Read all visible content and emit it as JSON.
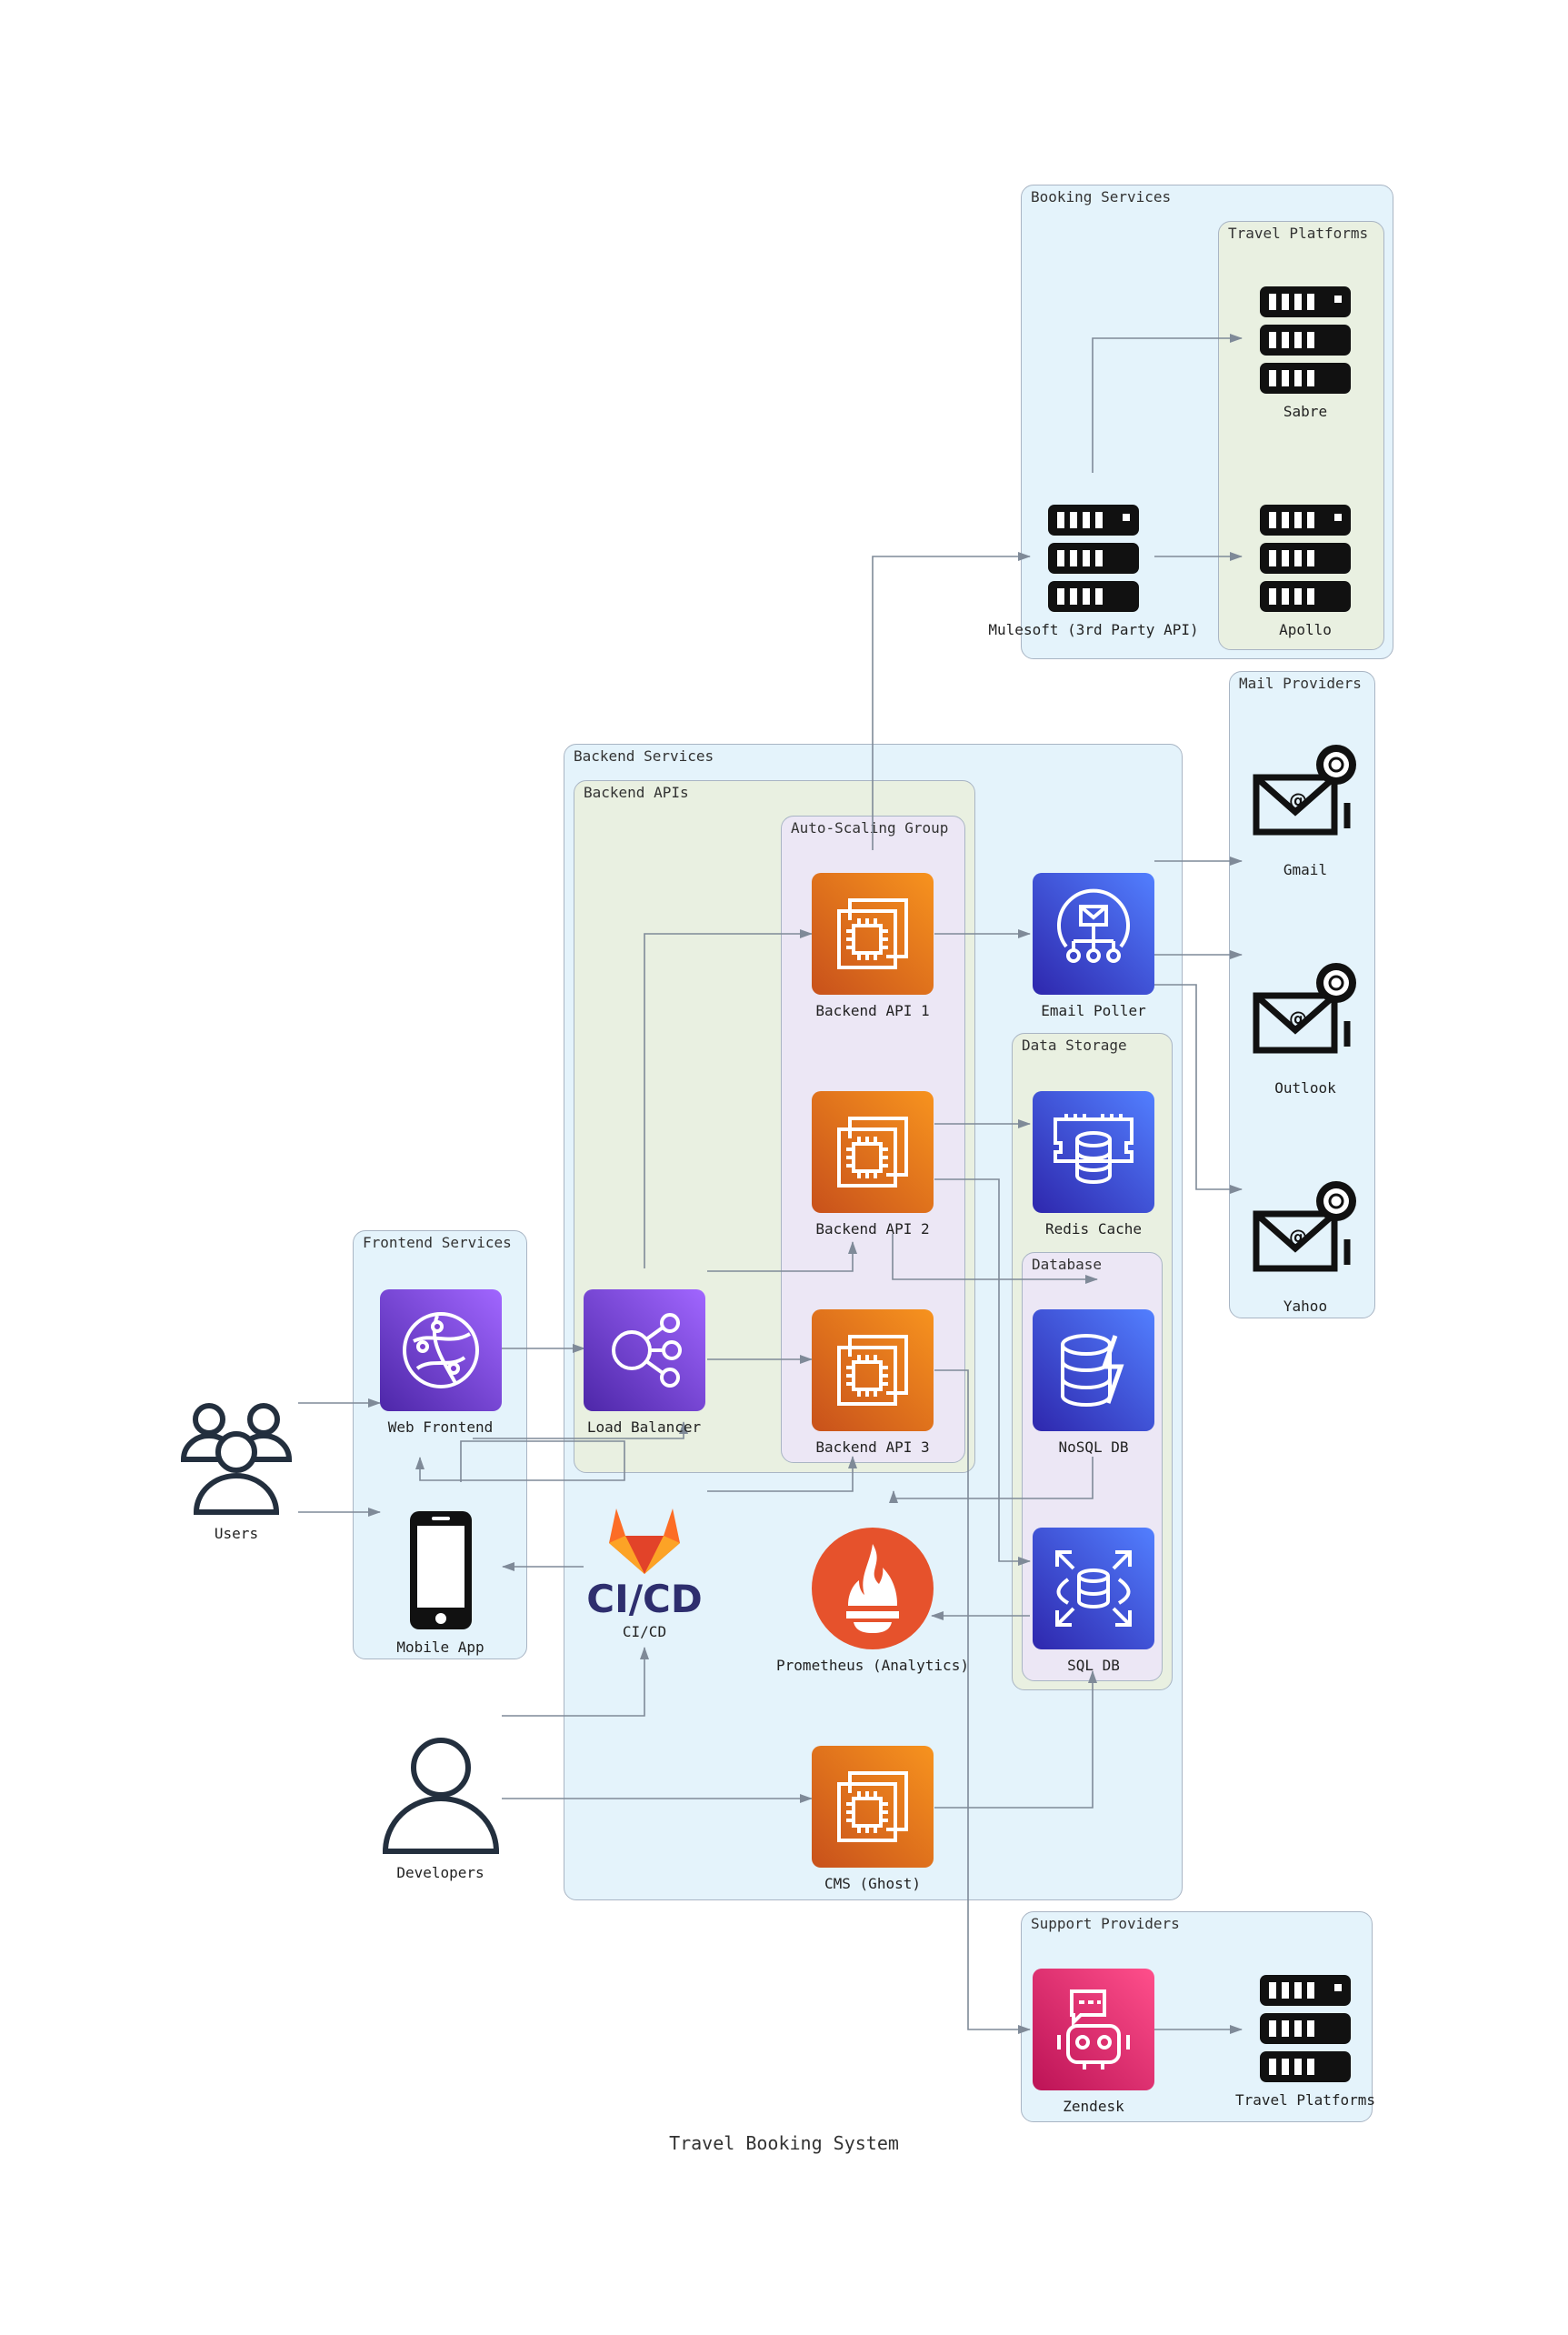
{
  "title": "Travel Booking System",
  "clusters": {
    "booking_services": "Booking Services",
    "travel_platforms": "Travel Platforms",
    "mail_providers": "Mail Providers",
    "backend_services": "Backend Services",
    "backend_apis": "Backend APIs",
    "auto_scaling_group": "Auto-Scaling Group",
    "data_storage": "Data Storage",
    "database": "Database",
    "frontend_services": "Frontend Services",
    "support_providers": "Support Providers"
  },
  "nodes": {
    "sabre": "Sabre",
    "apollo": "Apollo",
    "mulesoft": "Mulesoft (3rd Party API)",
    "gmail": "Gmail",
    "outlook": "Outlook",
    "yahoo": "Yahoo",
    "backend_api_1": "Backend API 1",
    "backend_api_2": "Backend API 2",
    "backend_api_3": "Backend API 3",
    "email_poller": "Email Poller",
    "redis_cache": "Redis Cache",
    "nosql_db": "NoSQL DB",
    "sql_db": "SQL DB",
    "load_balancer": "Load Balancer",
    "web_frontend": "Web Frontend",
    "mobile_app": "Mobile App",
    "users": "Users",
    "cicd": "CI/CD",
    "cicd_logo_text": "CI/CD",
    "prometheus": "Prometheus (Analytics)",
    "developers": "Developers",
    "cms": "CMS (Ghost)",
    "zendesk": "Zendesk",
    "support_travel_platforms": "Travel Platforms"
  },
  "colors": {
    "cluster_blue": "#e4f3fb",
    "cluster_green": "#e9f0e1",
    "cluster_purple": "#ece7f5",
    "compute_orange": "#e8700f",
    "app_integration_blue": "#3f4fd6",
    "networking_purple": "#7b3fd0",
    "prometheus_red": "#e6522c",
    "zendesk_pink": "#d41f6a",
    "edge_gray": "#7f8a98"
  }
}
